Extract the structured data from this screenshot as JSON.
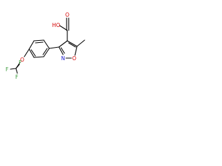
{
  "molecule": {
    "atoms": {
      "hydroxyl_label": "HO",
      "carbonyl_o_label": "O",
      "ring_o_label": "O",
      "ring_n_label": "N",
      "ether_o_label": "O",
      "f_top_label": "F",
      "f_left_label": "F",
      "f_bottom_label": "F"
    },
    "colors": {
      "bond": "#000000",
      "oxygen": "#d40000",
      "nitrogen": "#2020d0",
      "fluorine": "#3a9a3a"
    }
  }
}
